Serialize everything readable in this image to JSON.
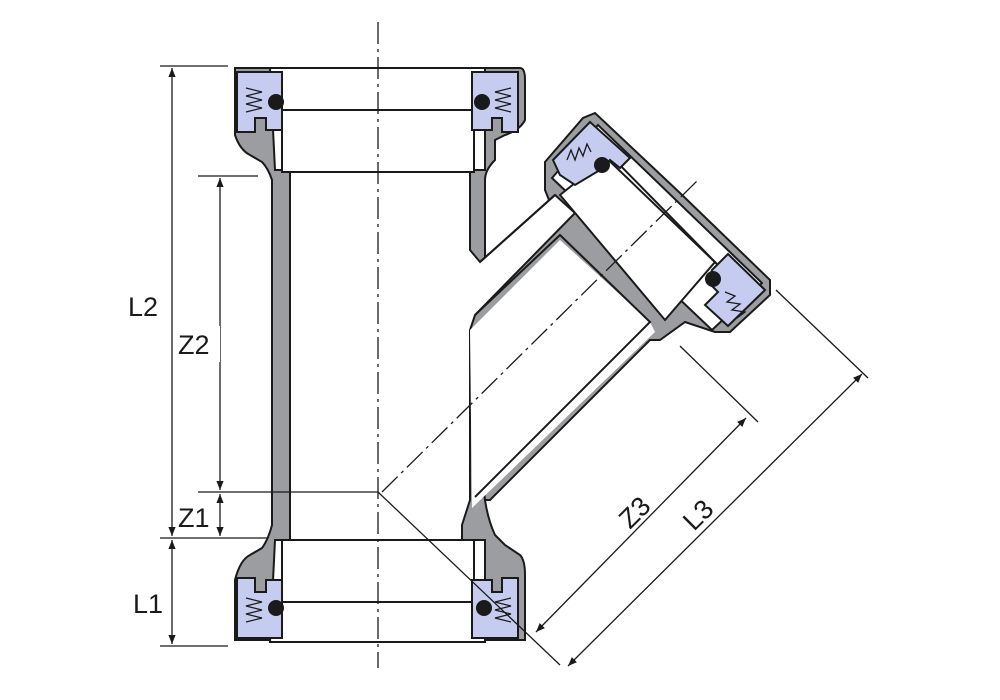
{
  "colors": {
    "body_wall": "#9b9da0",
    "socket_seal": "#c5ccef",
    "line": "#1a1a1a",
    "background": "#ffffff"
  },
  "dimensions": {
    "L2": "L2",
    "Z2": "Z2",
    "Z1": "Z1",
    "L1": "L1",
    "Z3": "Z3",
    "L3": "L3"
  }
}
